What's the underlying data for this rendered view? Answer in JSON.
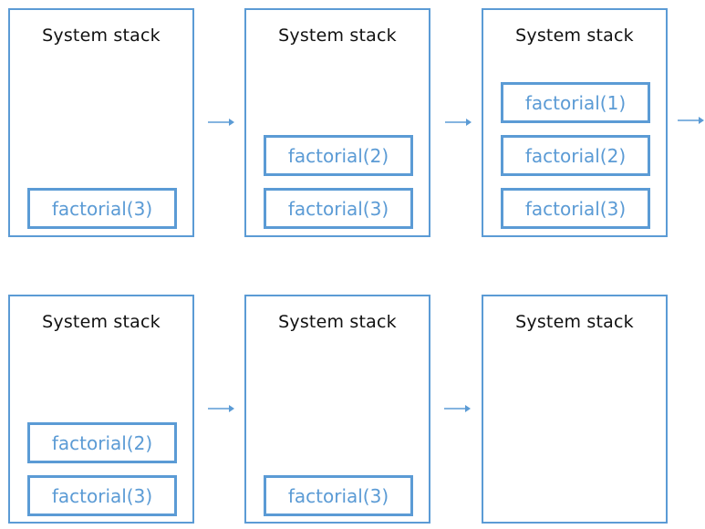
{
  "colors": {
    "stroke": "#5b9bd5",
    "title_text": "#111111",
    "frame_text": "#5b9bd5"
  },
  "panels": [
    {
      "title": "System stack",
      "frames": [
        "factorial(3)"
      ]
    },
    {
      "title": "System stack",
      "frames": [
        "factorial(2)",
        "factorial(3)"
      ]
    },
    {
      "title": "System stack",
      "frames": [
        "factorial(1)",
        "factorial(2)",
        "factorial(3)"
      ]
    },
    {
      "title": "System stack",
      "frames": [
        "factorial(2)",
        "factorial(3)"
      ]
    },
    {
      "title": "System stack",
      "frames": [
        "factorial(3)"
      ]
    },
    {
      "title": "System stack",
      "frames": []
    }
  ]
}
